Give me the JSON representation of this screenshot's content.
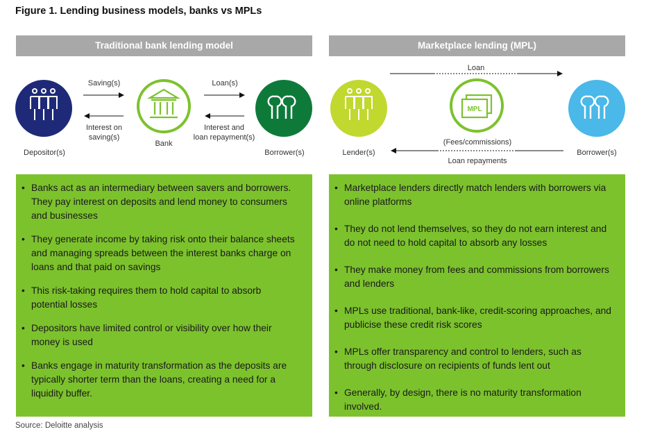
{
  "title": "Figure 1. Lending business models, banks vs MPLs",
  "left": {
    "header": "Traditional bank lending model",
    "nodes": {
      "depositor": "Depositor(s)",
      "bank": "Bank",
      "borrower": "Borrower(s)"
    },
    "arrows": {
      "savings": "Saving(s)",
      "interest_on_savings": [
        "Interest on",
        "saving(s)"
      ],
      "loans": "Loan(s)",
      "interest_repayment": [
        "Interest and",
        "loan repayment(s)"
      ]
    },
    "bullets": [
      "Banks act as an intermediary between savers and borrowers. They pay interest on deposits and lend money to consumers and businesses",
      "They generate income by taking risk onto their balance sheets and managing spreads between the interest banks charge on loans and that paid on savings",
      "This risk-taking requires them to hold capital to absorb potential losses",
      "Depositors have limited control or visibility over how their money is used",
      "Banks engage in maturity transformation as the deposits are typically shorter term than the loans, creating a need for a liquidity buffer."
    ]
  },
  "right": {
    "header": "Marketplace lending (MPL)",
    "nodes": {
      "lender": "Lender(s)",
      "mpl": "MPL",
      "borrower": "Borrower(s)"
    },
    "arrows": {
      "loan": "Loan",
      "fees": "(Fees/commissions)",
      "repayments": "Loan repayments"
    },
    "bullets": [
      "Marketplace lenders directly match lenders with borrowers via online platforms",
      "They do not lend themselves, so they do not earn interest and do not need to hold capital to absorb any losses",
      "They make money from fees and commissions from borrowers and lenders",
      "MPLs use traditional, bank-like, credit-scoring approaches, and publicise these credit risk scores",
      "MPLs offer transparency and control to lenders, such as through disclosure on recipients of funds lent out",
      "Generally, by design, there is no maturity transformation involved."
    ]
  },
  "source": "Source: Deloitte analysis",
  "colors": {
    "header_gray": "#a8a8a8",
    "panel_green": "#7cc22d",
    "depositor_navy": "#1e2a78",
    "bank_green": "#7cc22d",
    "borrower_dark_green": "#0e7a3a",
    "lender_lime": "#c1d82f",
    "mpl_green": "#7cc22d",
    "borrower_blue": "#4ab8e8"
  },
  "icons": {
    "depositor": "people-group-icon",
    "bank": "bank-building-icon",
    "borrower": "two-people-icon",
    "lender": "people-group-icon",
    "mpl": "mpl-documents-icon",
    "mpl_borrower": "two-people-icon"
  }
}
